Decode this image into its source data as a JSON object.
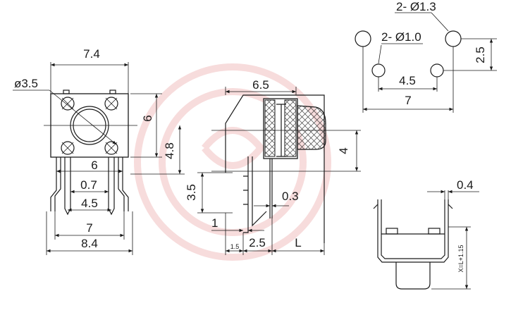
{
  "labels": {
    "front_width": "7.4",
    "front_diameter": "ø3.5",
    "front_pitch_6": "6",
    "front_height_6": "6",
    "front_height_48": "4.8",
    "front_pin_07": "0.7",
    "front_pin_45": "4.5",
    "front_pin_7": "7",
    "front_pin_84": "8.4",
    "side_width": "6.5",
    "side_height_4": "4",
    "side_height_35": "3.5",
    "side_pin_03": "0.3",
    "side_offset_1": "1",
    "side_offset_15": "1.5",
    "side_offset_25": "2.5",
    "side_length_L": "L",
    "pcb_hole_large": "2- Ø1.3",
    "pcb_hole_small": "2- Ø1.0",
    "pcb_vert_25": "2.5",
    "pcb_horiz_45": "4.5",
    "pcb_horiz_7": "7",
    "bottom_pin_04": "0.4",
    "bottom_formula": "X=L+1.15"
  },
  "colors": {
    "line": "#1a1a1a",
    "watermark": "#d23c3c"
  }
}
